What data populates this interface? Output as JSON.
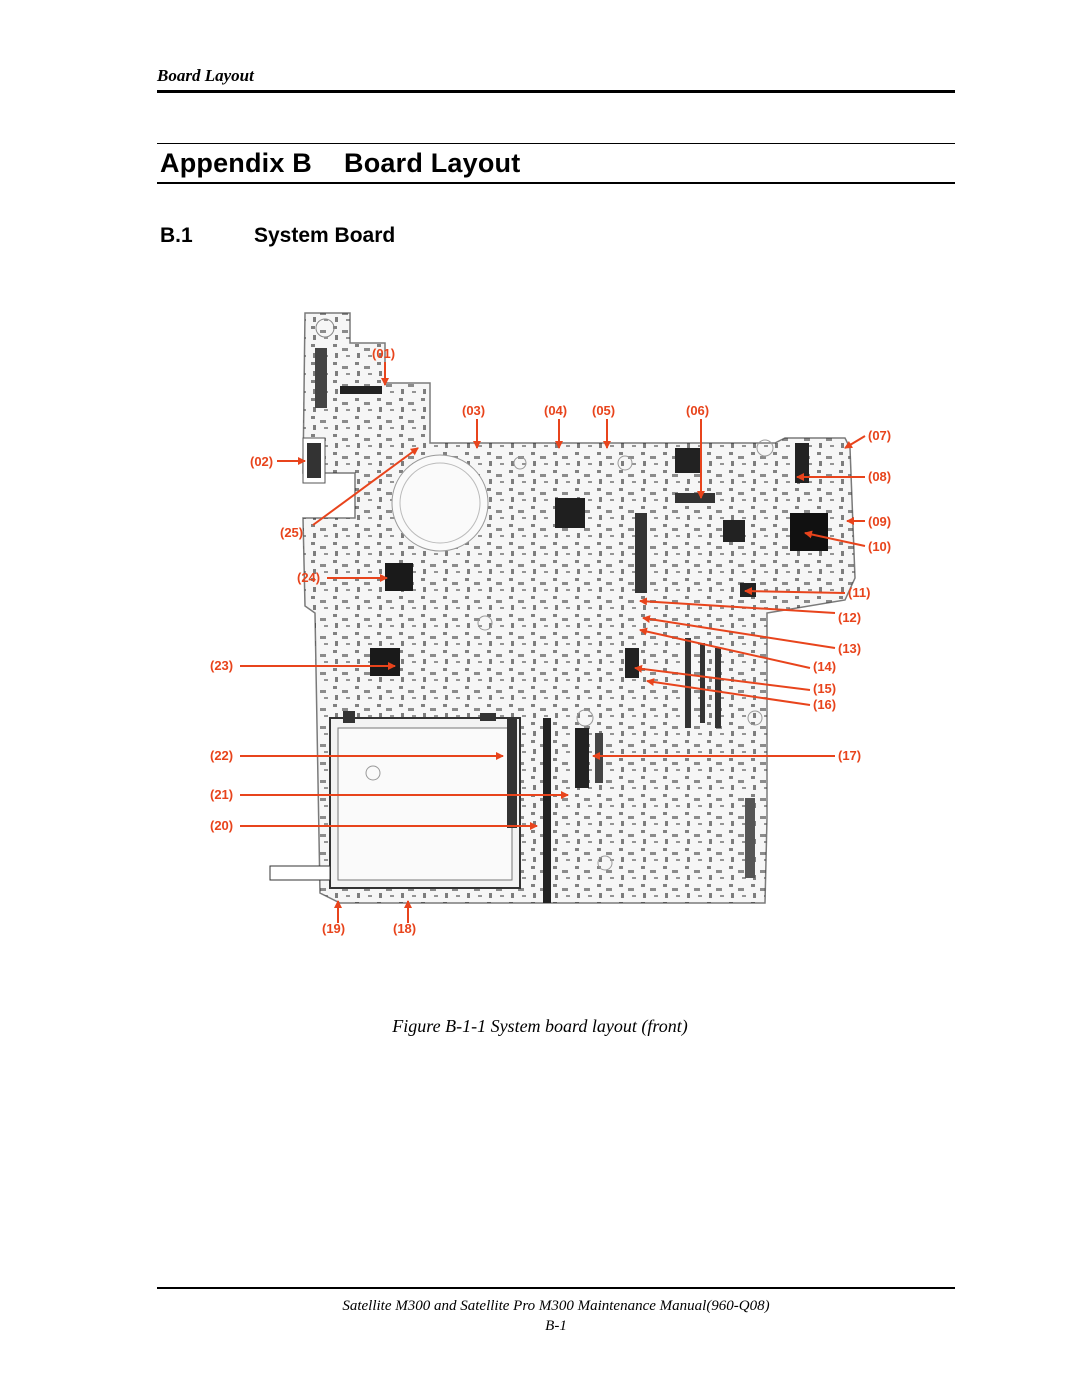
{
  "header": {
    "running_title": "Board Layout"
  },
  "appendix": {
    "label": "Appendix B",
    "title": "Board Layout"
  },
  "section": {
    "number": "B.1",
    "title": "System Board"
  },
  "figure": {
    "callouts": [
      "(01)",
      "(02)",
      "(03)",
      "(04)",
      "(05)",
      "(06)",
      "(07)",
      "(08)",
      "(09)",
      "(10)",
      "(11)",
      "(12)",
      "(13)",
      "(14)",
      "(15)",
      "(16)",
      "(17)",
      "(18)",
      "(19)",
      "(20)",
      "(21)",
      "(22)",
      "(23)",
      "(24)",
      "(25)"
    ],
    "callout_color": "#e8441c",
    "caption": "Figure B-1-1 System board layout (front)"
  },
  "footer": {
    "manual": "Satellite M300 and Satellite Pro M300 Maintenance Manual(960-Q08)",
    "page": "B-1"
  }
}
